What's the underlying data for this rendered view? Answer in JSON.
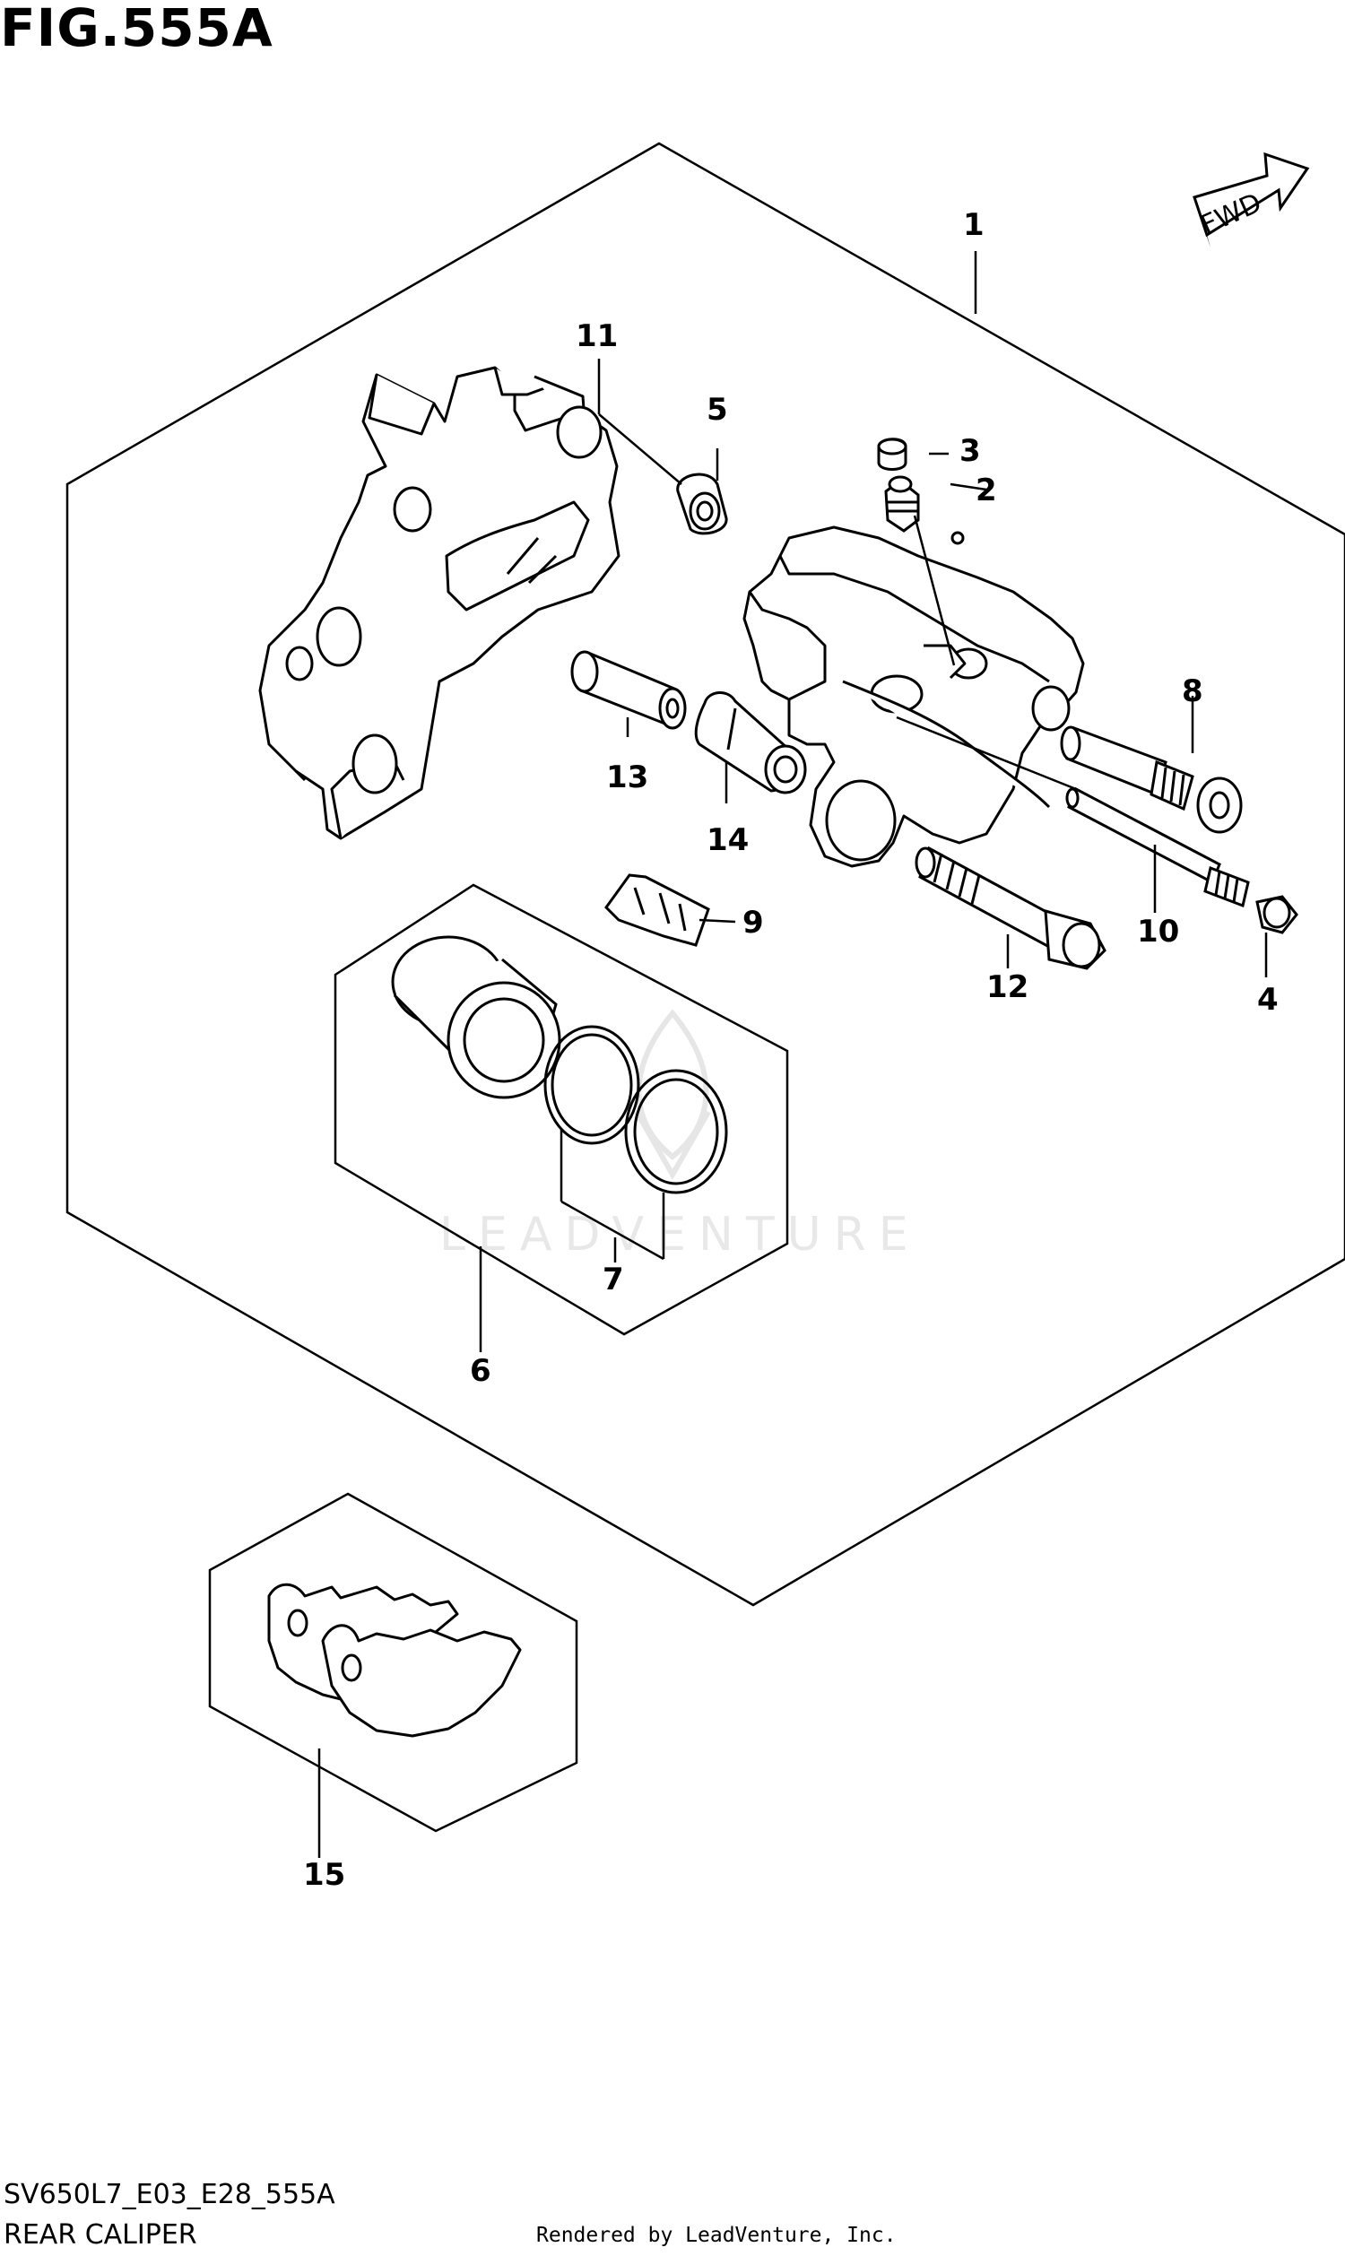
{
  "figure": {
    "title": "FIG.555A"
  },
  "direction_marker": {
    "label": "FWD"
  },
  "watermark": "LEADVENTURE",
  "callouts": {
    "c1": "1",
    "c2": "2",
    "c3": "3",
    "c4": "4",
    "c5": "5",
    "c6": "6",
    "c7": "7",
    "c8": "8",
    "c9": "9",
    "c10": "10",
    "c11": "11",
    "c12": "12",
    "c13": "13",
    "c14": "14",
    "c15": "15"
  },
  "footer": {
    "code": "SV650L7_E03_E28_555A",
    "name": "REAR CALIPER",
    "rendered_by": "Rendered by LeadVenture, Inc."
  }
}
